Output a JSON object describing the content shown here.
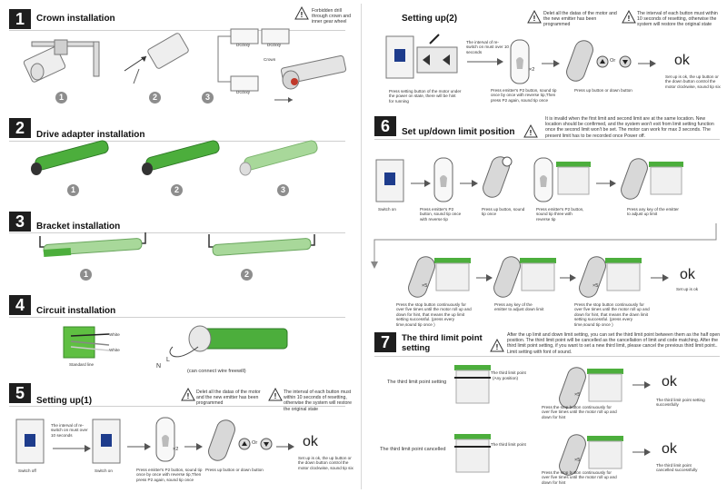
{
  "warning_icon": "warning-triangle-icon",
  "colors": {
    "motor_green": "#4cae3c",
    "motor_light": "#a8d89a",
    "header_box": "#1e1e1e",
    "step_circle": "#8d8d8d"
  },
  "s1": {
    "num": "1",
    "title": "Crown installation",
    "warning": "Forbidden drill through crown and inner gear wheel",
    "steps": [
      "1",
      "2",
      "3"
    ],
    "labels": {
      "crown": "Crown",
      "g1": "DG/xxy",
      "g2": "DG/xxy",
      "g3": "DG/xxy"
    }
  },
  "s2": {
    "num": "2",
    "title": "Drive adapter installation",
    "steps": [
      "1",
      "2",
      "3"
    ]
  },
  "s3": {
    "num": "3",
    "title": "Bracket installation",
    "steps": [
      "1",
      "2"
    ]
  },
  "s4": {
    "num": "4",
    "title": "Circuit installation",
    "white1": "White",
    "white2": "White",
    "standard": "Standard line",
    "L": "L",
    "N": "N",
    "wire": "(can connect wire freewill)"
  },
  "s5": {
    "num": "5",
    "title": "Setting up(1)",
    "warn1": "Delet all the datas of the motor and the new emitter has been programmed",
    "warn2": "The interval of each button must within 10 seconds of resetting, otherwise the system will restore the original state",
    "interval": "The interval of re-switch on must over 10 seconds",
    "off": "Switch off",
    "on": "Switch on",
    "press": "Press emitter's P2 button, sound tip once by once with reverse tip,Then press P2 again, sound tip once",
    "x2": "×2",
    "or": "Or",
    "updown": "Press up button or down button",
    "ok": "ok",
    "oknote": "Set up is ok, the up button or the down button control the motor clockwise, sound tip six"
  },
  "s_setup2": {
    "title": "Setting up(2)",
    "warn1": "Delet all the datas of the motor and the new emitter has been programmed",
    "warn2": "The interval of each button must within 10 seconds of resetting, otherwise the system will restore the original state",
    "interval": "The interval of re-switch on must over 10 seconds",
    "setting": "Press setting button of the motor under the power on state, there will be hint for running",
    "press": "Press emitter's P2 button, sound tip once by once with reverse tip,Then press P2 again, sound tip once",
    "x2": "×2",
    "or": "Or",
    "updown": "Press up button or down button",
    "ok": "ok",
    "oknote": "Set up is ok, the up button or the down button control the motor clockwise, sound tip six"
  },
  "s6": {
    "num": "6",
    "title": "Set up/down limit position",
    "warn": "It is invalid when the first limit and second limit are at the same location. New location should be confirmed, and the system won't exit from limit setting function once the second limit won't be set. The motor can work for max 3 seconds. The present limit has to be recorded once Power off.",
    "on": "Switch on",
    "p1": "Press emitter's P2 button, sound tip once with reverse tip",
    "p2": "Press up button, sound tip once",
    "p3": "Press emitter's P2 button, sound tip three with reverse tip",
    "p4": "Press any key of the emitter to adjust up limit",
    "p5": "Press the stop button continuously for over five times until the motor roll up and down for hint, that means the up limit setting successful. (press every time,sound tip once )",
    "p6": "Press any key of the emitter to adjust down limit",
    "p7": "Press the stop button continuously for over five times until the motor roll up and down for hint, that means the down limit setting successful. (press every time,sound tip once )",
    "x5a": "×5",
    "x5b": "×5",
    "ok": "ok",
    "oknote": "Set up is ok"
  },
  "s7": {
    "num": "7",
    "title": "The third limit point setting",
    "warn": "After the up limit and down limit setting, you can set the third limit point between them as the half open position. The third limit point will be cancelled as the cancellation of limit and code matching. After the third limit point setting, if you want to set a new third limit, please cancel the previous third limit point.. Limit setting with font of sound.",
    "row1": "The third limit point setting",
    "row1b": "The third limit point",
    "row1c": "(Any position)",
    "row2": "The third limit point cancelled",
    "row2b": "The third limit point",
    "press1": "Press the stop button continuously for over five times until the motor roll up and down for hint",
    "press2": "Press the stop button continuously for over five times until the motor roll up and down for hint",
    "x5a": "×5",
    "x5b": "×5",
    "ok1": "ok",
    "ok1note": "The third limit point setting successfully",
    "ok2": "ok",
    "ok2note": "The third limit point cancelled successfully"
  }
}
